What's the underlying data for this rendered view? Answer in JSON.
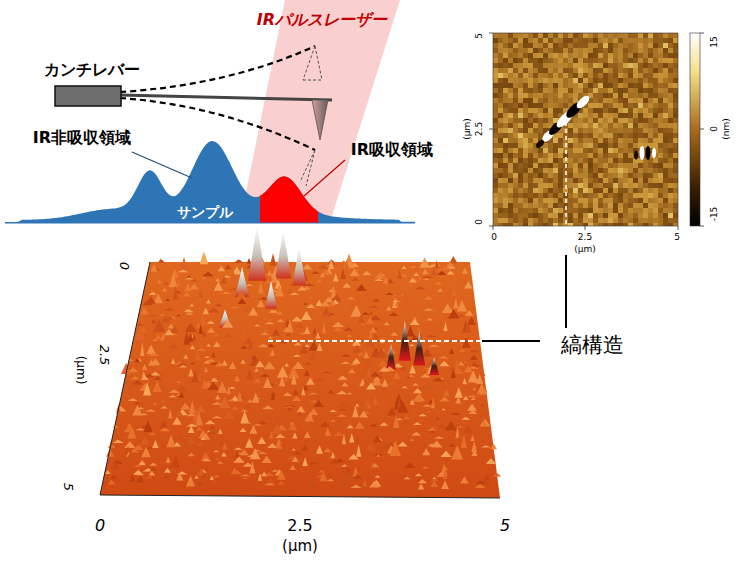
{
  "diagram": {
    "nodes": [
      {
        "text": [
          "サンプル"
        ]
      }
    ],
    "labels": [
      "カンチレバー",
      "IRパルスレーザー",
      "IR非吸収領域",
      "IR吸収領域",
      "5",
      "2.5",
      "0",
      "(µm)",
      "0",
      "2.5",
      "5",
      "(µm)",
      "15",
      "0",
      "-15",
      "(nm)",
      "0",
      "2.5",
      "(µm)",
      "5",
      "0",
      "2.5",
      "5",
      "(µm)",
      "縞構造"
    ]
  }
}
